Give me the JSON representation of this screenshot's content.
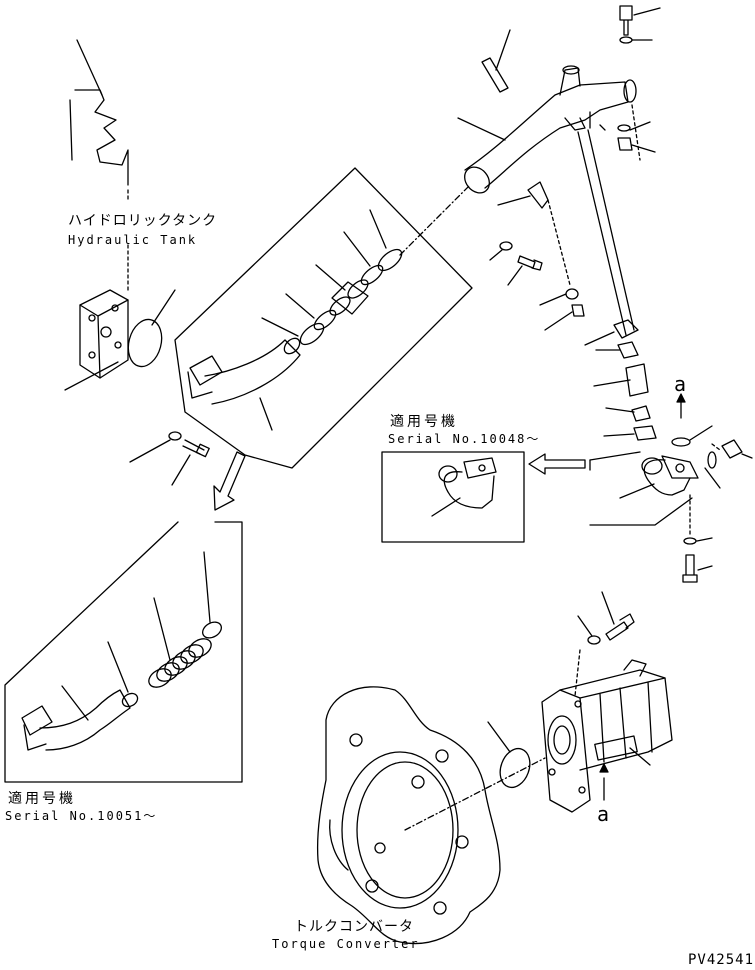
{
  "labels": {
    "hydraulic_tank_jp": "ハイドロリックタンク",
    "hydraulic_tank_en": "Hydraulic Tank",
    "serial_10048_jp": "適用号機",
    "serial_10048_en": "Serial No.10048～",
    "serial_10051_jp": "適用号機",
    "serial_10051_en": "Serial No.10051～",
    "torque_converter_jp": "トルクコンバータ",
    "torque_converter_en": "Torque Converter",
    "view_a_top": "a",
    "view_a_bottom": "a",
    "drawing_code": "PV42541"
  }
}
